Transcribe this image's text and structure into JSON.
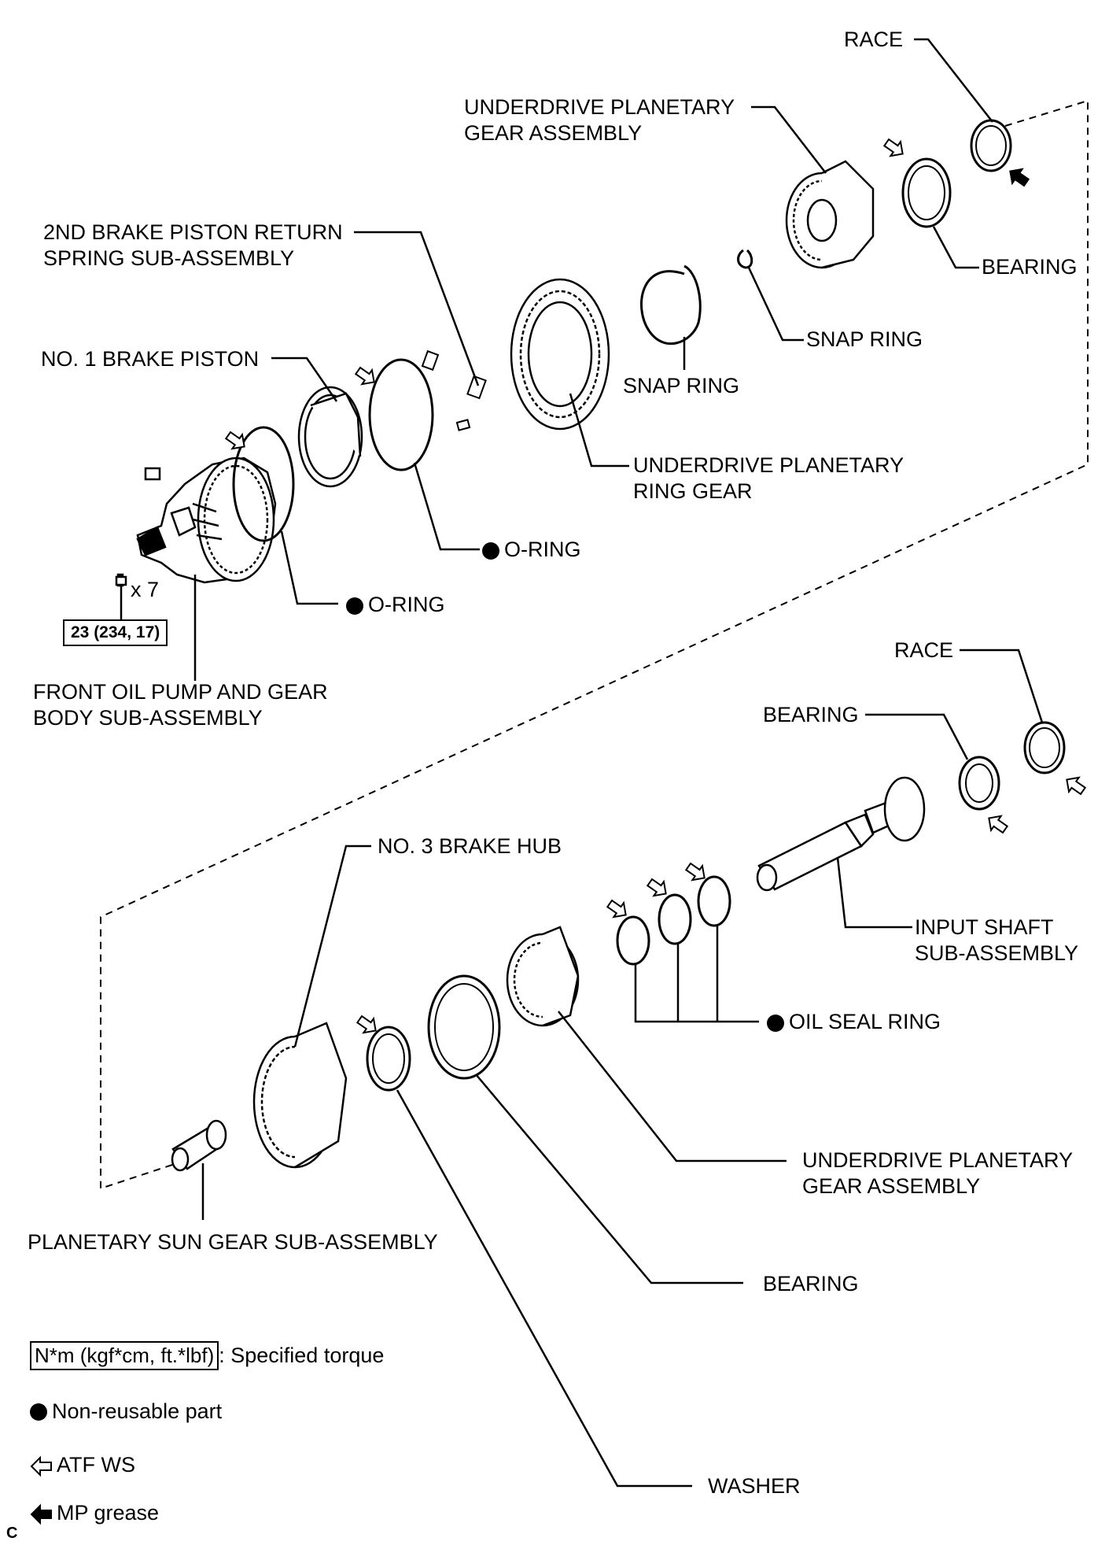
{
  "parts": {
    "race_top": "RACE",
    "underdrive_planetary_gear_top": [
      "UNDERDRIVE PLANETARY",
      "GEAR ASSEMBLY"
    ],
    "return_spring": [
      "2ND BRAKE PISTON RETURN",
      "SPRING SUB-ASSEMBLY"
    ],
    "bearing_top": "BEARING",
    "snap_ring_right": "SNAP RING",
    "no1_brake_piston": "NO. 1 BRAKE PISTON",
    "snap_ring_mid": "SNAP RING",
    "ring_gear": [
      "UNDERDRIVE PLANETARY",
      "RING GEAR"
    ],
    "o_ring_upper": "O-RING",
    "o_ring_lower": "O-RING",
    "multiplier": "x 7",
    "torque": "23 (234, 17)",
    "front_oil_pump": [
      "FRONT OIL PUMP AND GEAR",
      "BODY SUB-ASSEMBLY"
    ],
    "race_bottom": "RACE",
    "bearing_mid": "BEARING",
    "no3_brake_hub": "NO. 3 BRAKE HUB",
    "input_shaft": [
      "INPUT SHAFT",
      "SUB-ASSEMBLY"
    ],
    "oil_seal_ring": "OIL SEAL RING",
    "underdrive_planetary_gear_bottom": [
      "UNDERDRIVE PLANETARY",
      "GEAR ASSEMBLY"
    ],
    "planetary_sun_gear": "PLANETARY SUN GEAR SUB-ASSEMBLY",
    "bearing_bottom": "BEARING",
    "washer": "WASHER"
  },
  "legend": {
    "torque_units": "N*m (kgf*cm, ft.*lbf)",
    "torque_desc": ": Specified torque",
    "non_reusable": "Non-reusable part",
    "atf": "ATF WS",
    "grease": "MP grease"
  },
  "corner_mark": "C"
}
